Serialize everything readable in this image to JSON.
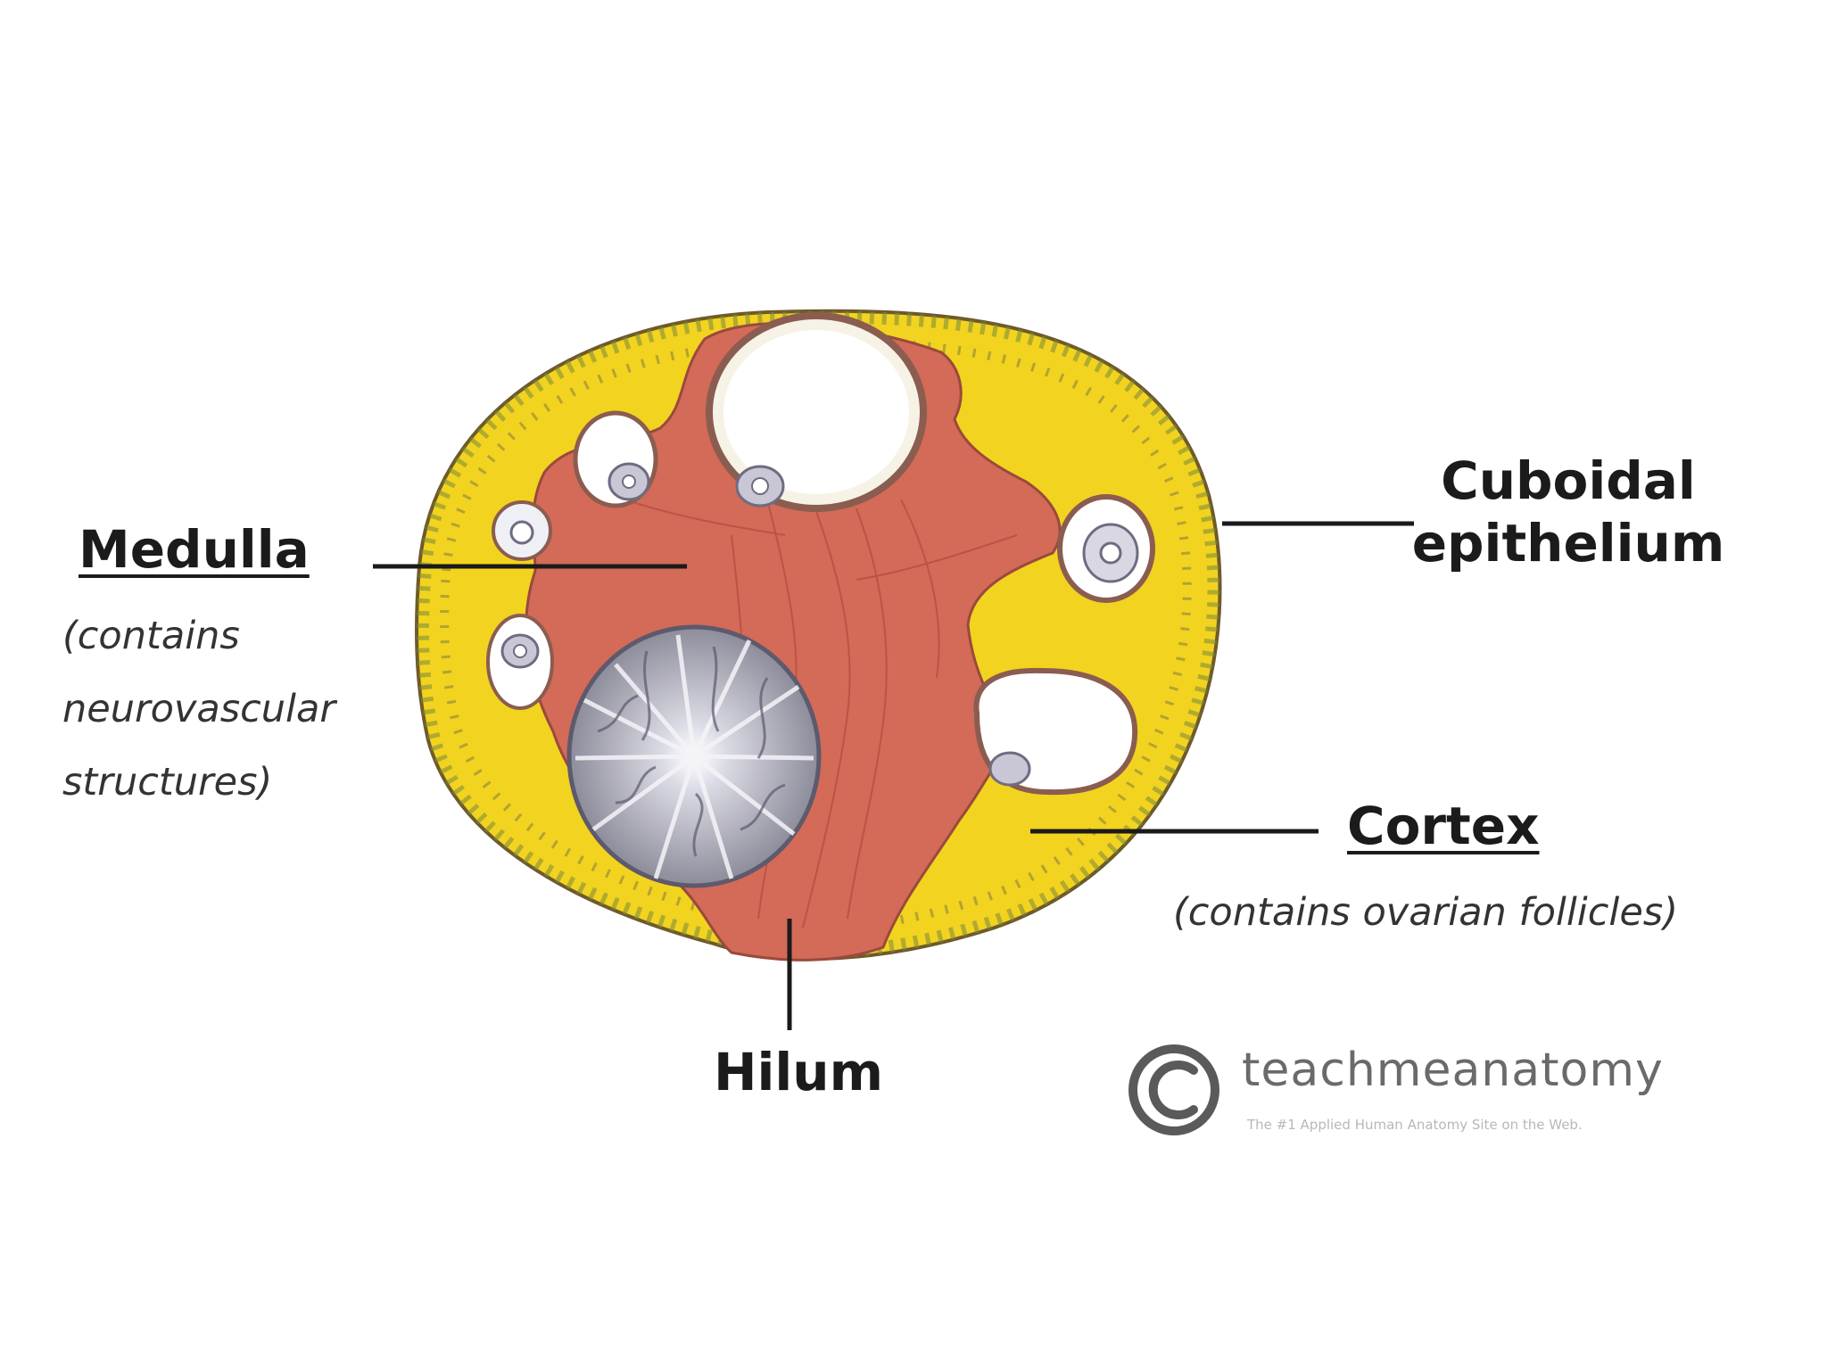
{
  "labels": {
    "medulla": {
      "title": "Medulla",
      "description": [
        "(contains",
        "neurovascular",
        "structures)"
      ]
    },
    "cuboidal": {
      "line1": "Cuboidal",
      "line2": "epithelium"
    },
    "cortex": {
      "title": "Cortex",
      "description": "(contains ovarian follicles)"
    },
    "hilum": {
      "title": "Hilum"
    }
  },
  "watermark": {
    "brand": "teachmeanatomy",
    "tagline": "The #1 Applied Human Anatomy Site on the Web.",
    "symbol": "copyright-icon"
  },
  "colors": {
    "cortex": "#f2d31f",
    "medulla": "#d46a58",
    "outline": "#6e5a2a",
    "corpus_luteum": "#9b9aa6",
    "text": "#1b1b1b"
  }
}
